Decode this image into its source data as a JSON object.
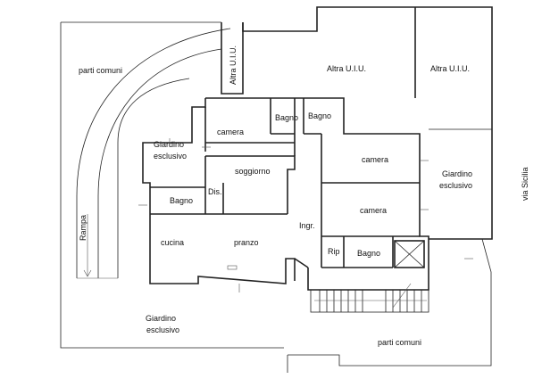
{
  "plan": {
    "labels": {
      "parti_comuni_top": "parti comuni",
      "altra_uiu_vertical": "Altra U.I.U.",
      "altra_uiu_center": "Altra U.I.U.",
      "altra_uiu_right": "Altra U.I.U.",
      "bagno_top_1": "Bagno",
      "bagno_top_2": "Bagno",
      "camera_left": "camera",
      "giardino_left_1": "Giardino",
      "giardino_left_2": "esclusivo",
      "soggiorno": "soggiorno",
      "camera_right_top": "camera",
      "giardino_right_1": "Giardino",
      "giardino_right_2": "esclusivo",
      "via_sicilia": "via Sicilia",
      "bagno_left": "Bagno",
      "dis": "Dis.",
      "camera_right_bottom": "camera",
      "ingr": "Ingr.",
      "rampa": "Rampa",
      "cucina": "cucina",
      "pranzo": "pranzo",
      "rip": "Rip",
      "bagno_bottom": "Bagno",
      "giardino_bottom_1": "Giardino",
      "giardino_bottom_2": "esclusivo",
      "parti_comuni_bottom": "parti comuni"
    }
  }
}
